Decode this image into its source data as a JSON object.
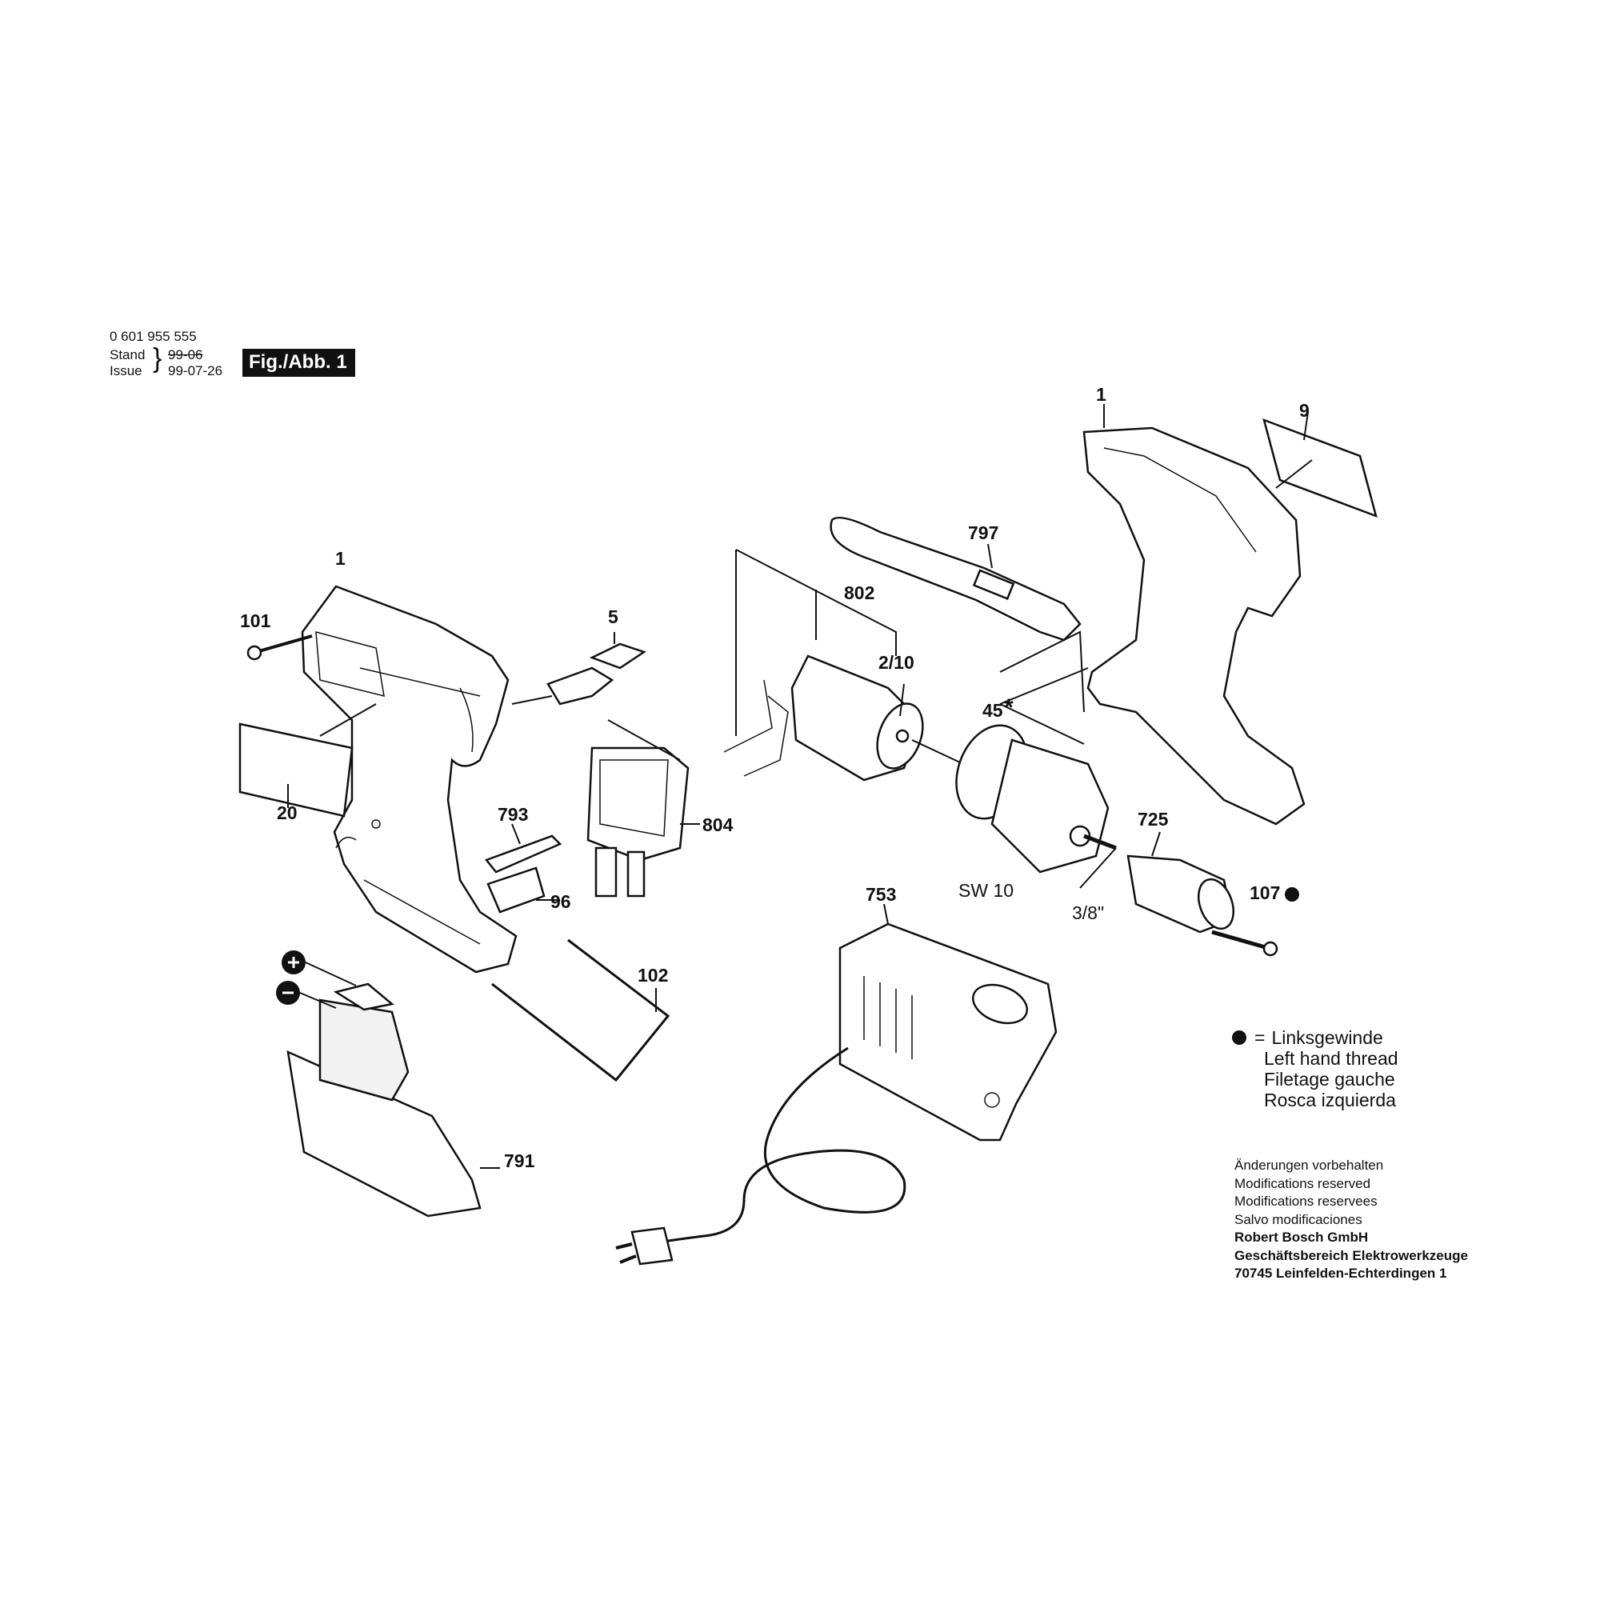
{
  "header": {
    "part_number": "0 601 955 555",
    "stand_label": "Stand",
    "issue_label": "Issue",
    "stand_date": "99-06",
    "issue_date": "99-07-26",
    "figure_label": "Fig./Abb. 1"
  },
  "callouts": [
    {
      "id": "c-1-left",
      "label": "1"
    },
    {
      "id": "c-101",
      "label": "101"
    },
    {
      "id": "c-5",
      "label": "5"
    },
    {
      "id": "c-20",
      "label": "20"
    },
    {
      "id": "c-793",
      "label": "793"
    },
    {
      "id": "c-804",
      "label": "804"
    },
    {
      "id": "c-96",
      "label": "96"
    },
    {
      "id": "c-102",
      "label": "102"
    },
    {
      "id": "c-791",
      "label": "791"
    },
    {
      "id": "c-802",
      "label": "802"
    },
    {
      "id": "c-2-10",
      "label": "2/10"
    },
    {
      "id": "c-797",
      "label": "797"
    },
    {
      "id": "c-1-right",
      "label": "1"
    },
    {
      "id": "c-9",
      "label": "9"
    },
    {
      "id": "c-45",
      "label": "45"
    },
    {
      "id": "c-725",
      "label": "725"
    },
    {
      "id": "c-sw10",
      "label": "SW 10"
    },
    {
      "id": "c-3-8",
      "label": "3/8\""
    },
    {
      "id": "c-107",
      "label": "107"
    },
    {
      "id": "c-753",
      "label": "753"
    }
  ],
  "legend": {
    "symbol_sep": "=",
    "lines": [
      "Linksgewinde",
      "Left hand thread",
      "Filetage gauche",
      "Rosca izquierda"
    ]
  },
  "footer": {
    "lines": [
      "Änderungen vorbehalten",
      "Modifications reserved",
      "Modifications reservees",
      "Salvo modificaciones"
    ],
    "company": "Robert Bosch GmbH",
    "division": "Geschäftsbereich Elektrowerkzeuge",
    "address": "70745 Leinfelden-Echterdingen 1"
  }
}
